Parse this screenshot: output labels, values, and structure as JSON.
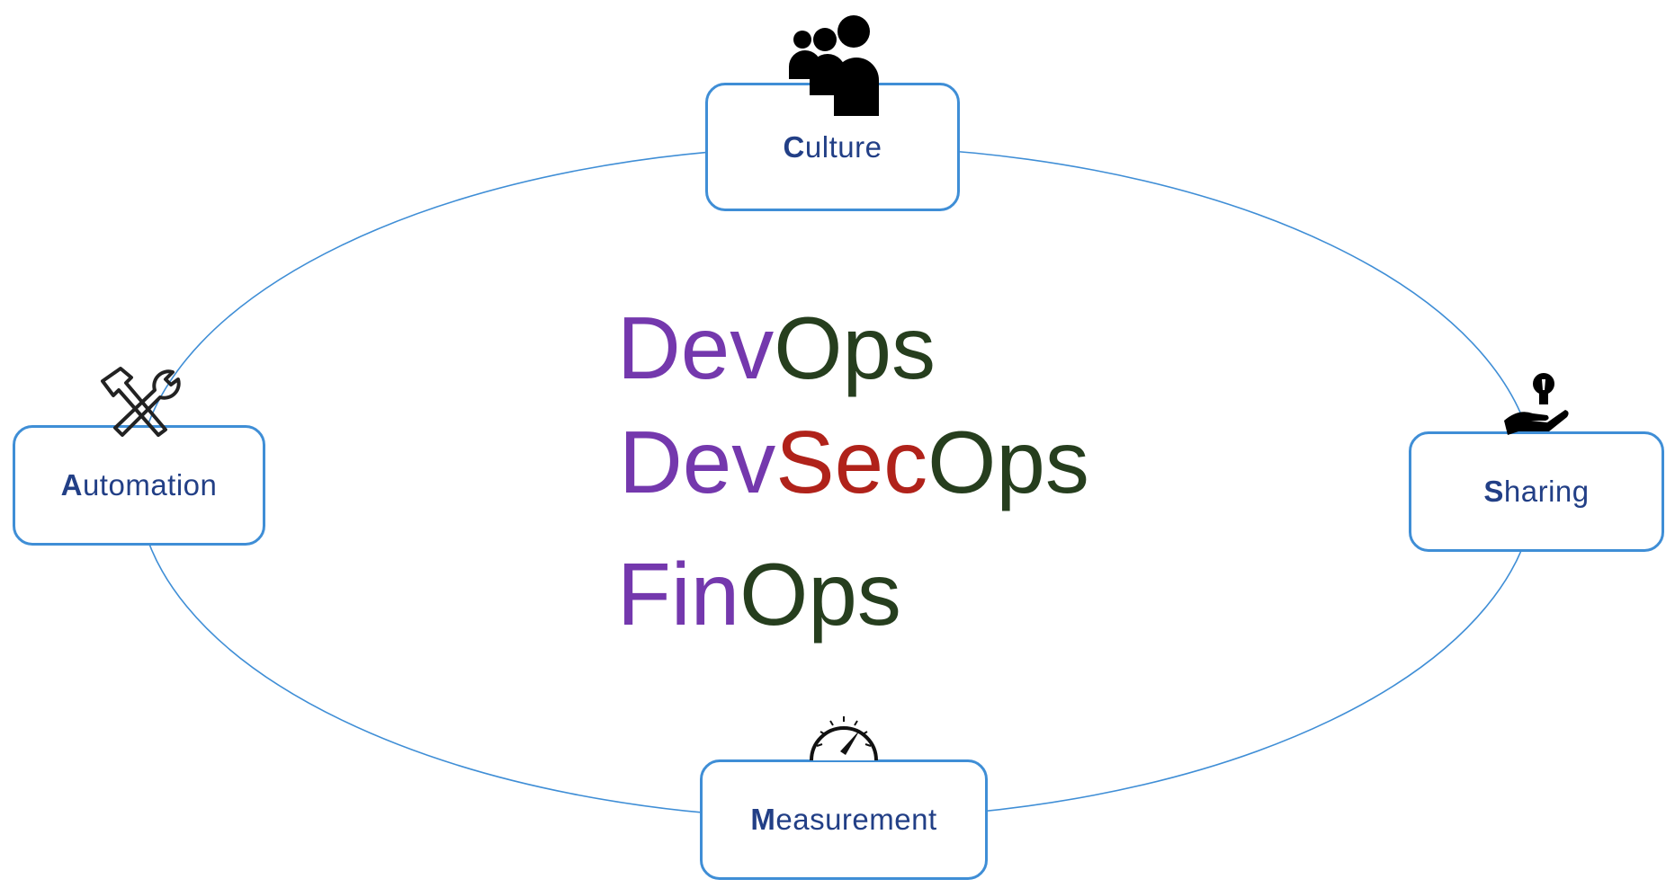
{
  "nodes": {
    "culture": {
      "first": "C",
      "rest": "ulture",
      "icon": "people-icon"
    },
    "automation": {
      "first": "A",
      "rest": "utomation",
      "icon": "tools-icon"
    },
    "sharing": {
      "first": "S",
      "rest": "haring",
      "icon": "lightbulb-hand-icon"
    },
    "measurement": {
      "first": "M",
      "rest": "easurement",
      "icon": "gauge-icon"
    }
  },
  "center": {
    "devops": {
      "part1": "Dev",
      "part2": "Ops"
    },
    "devsecops": {
      "part1": "Dev",
      "part2": "Sec",
      "part3": "Ops"
    },
    "finops": {
      "part1": "Fin",
      "part2": "Ops"
    }
  },
  "colors": {
    "box_border": "#3f8ed6",
    "label": "#223f86",
    "purple": "#7438ad",
    "green": "#263e1e",
    "red": "#b0221a"
  }
}
